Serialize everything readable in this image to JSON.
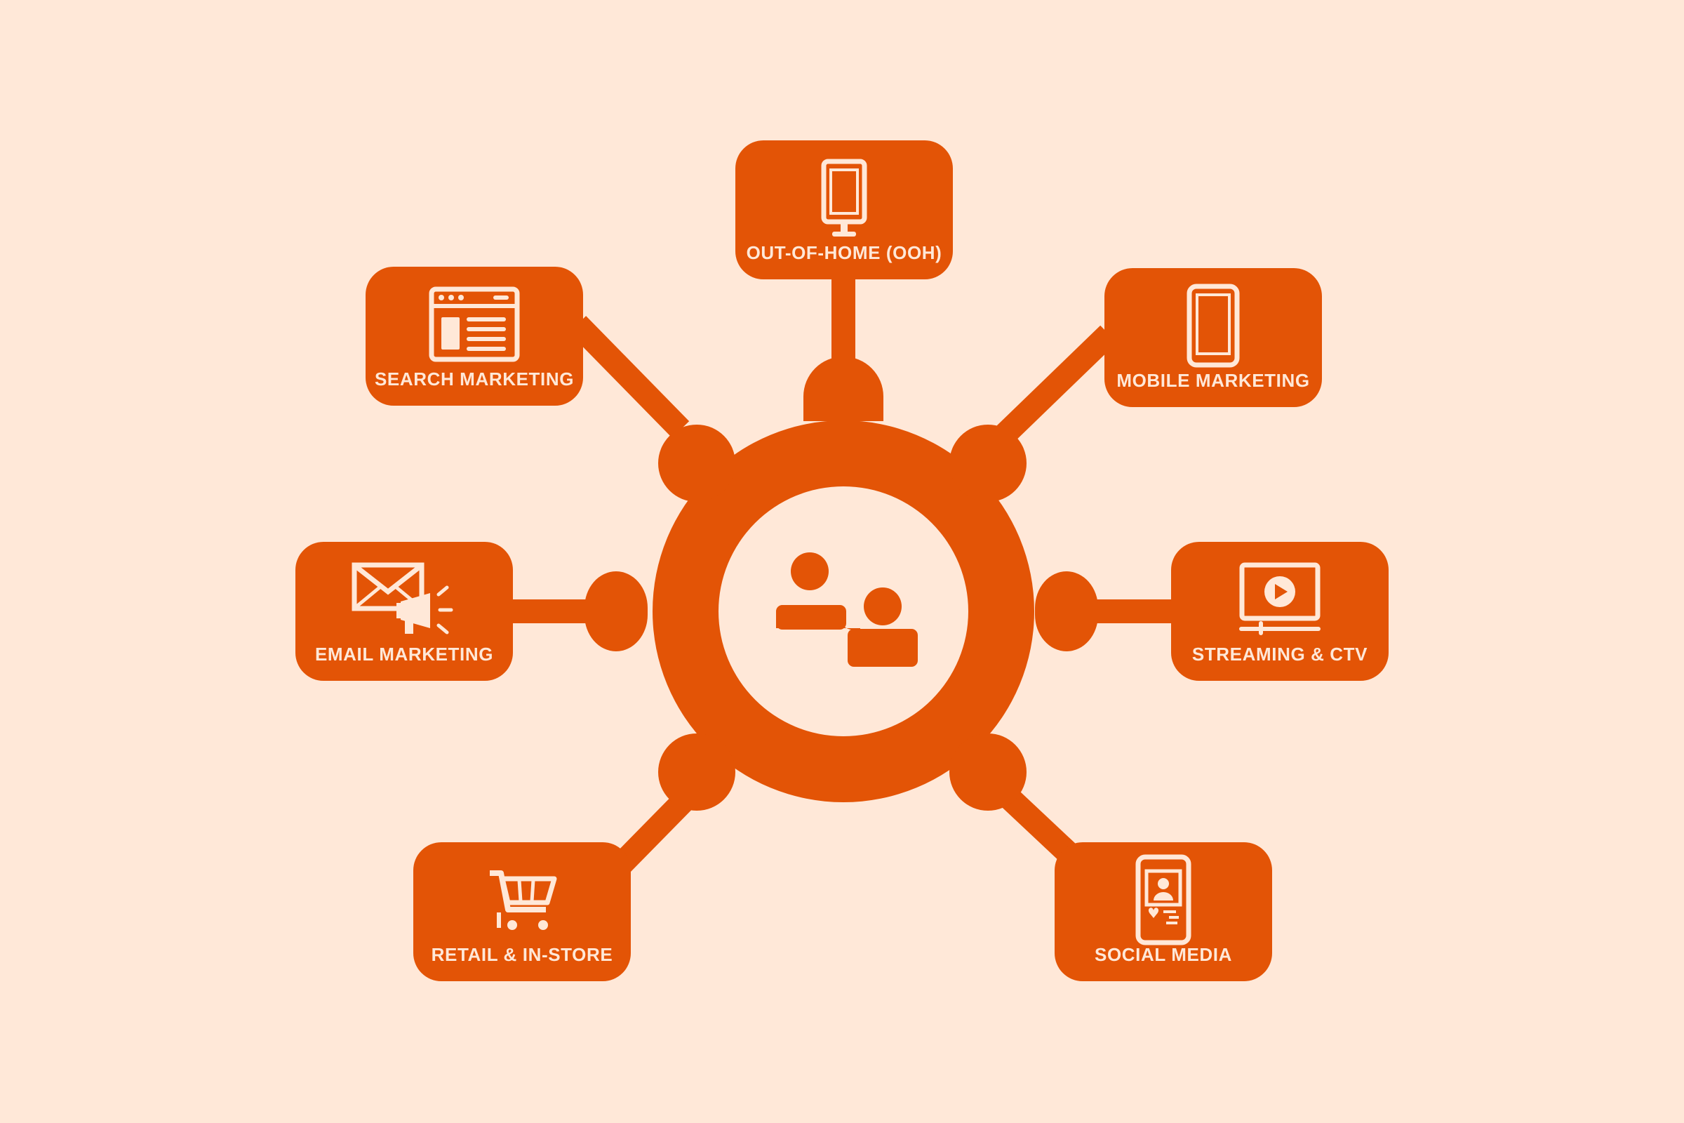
{
  "diagram": {
    "hub": {
      "icon": "two-people-icon"
    },
    "channels": {
      "ooh": {
        "label": "OUT-OF-HOME (OOH)",
        "icon": "billboard-icon"
      },
      "mobile": {
        "label": "MOBILE MARKETING",
        "icon": "tablet-icon"
      },
      "stream": {
        "label": "STREAMING & CTV",
        "icon": "video-player-icon"
      },
      "social": {
        "label": "SOCIAL MEDIA",
        "icon": "social-profile-phone-icon"
      },
      "retail": {
        "label": "RETAIL & IN-STORE",
        "icon": "shopping-cart-icon"
      },
      "email": {
        "label": "EMAIL MARKETING",
        "icon": "email-megaphone-icon"
      },
      "search": {
        "label": "SEARCH MARKETING",
        "icon": "browser-window-icon"
      }
    }
  },
  "colors": {
    "background": "#FFE8D8",
    "accent": "#E35406"
  }
}
